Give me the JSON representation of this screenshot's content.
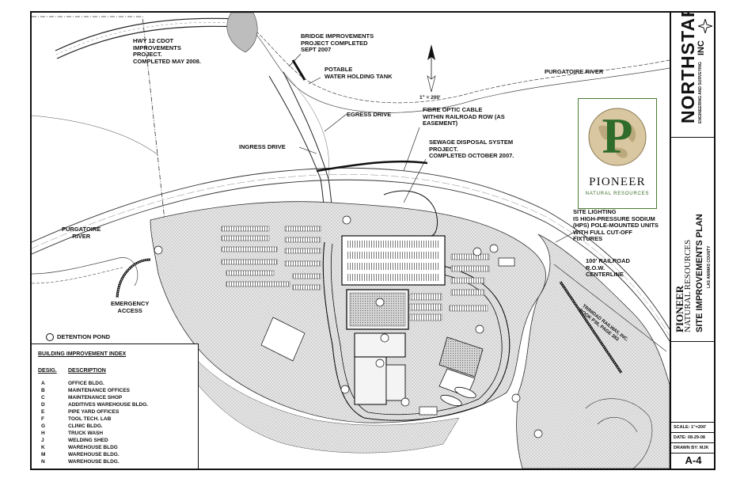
{
  "annotations": {
    "hwy12": [
      "HWY 12 CDOT",
      "IMPROVEMENTS",
      "PROJECT.",
      "COMPLETED MAY 2008."
    ],
    "bridge": [
      "BRIDGE IMPROVEMENTS",
      "PROJECT COMPLETED",
      "SEPT 2007"
    ],
    "potable": [
      "POTABLE",
      "WATER HOLDING TANK"
    ],
    "egress": "EGRESS DRIVE",
    "ingress": "INGRESS DRIVE",
    "fibre": [
      "FIBRE OPTIC CABLE",
      "WITHIN RAILROAD ROW (AS",
      "EASEMENT)"
    ],
    "sewage": [
      "SEWAGE DISPOSAL SYSTEM",
      "PROJECT.",
      "COMPLETED OCTOBER 2007."
    ],
    "purgatoire_top": "PURGATOIRE RIVER",
    "purgatoire_left": [
      "PURGATOIRE",
      "RIVER"
    ],
    "lighting": [
      "SITE LIGHTING",
      "IS HIGH-PRESSURE SODIUM",
      "(HPS) POLE-MOUNTED UNITS",
      "WITH FULL CUT-OFF",
      "FIXTURES"
    ],
    "railroad": [
      "100' RAILROAD",
      "R.O.W.",
      "CENTERLINE"
    ],
    "emergency": [
      "EMERGENCY",
      "ACCESS"
    ],
    "detention": "DETENTION POND",
    "scale_note": "1\" = 200'",
    "railway_name": [
      "Trinidad Railway, Inc.",
      "Book P36, Page 383"
    ]
  },
  "index": {
    "title": "BUILDING IMPROVEMENT INDEX",
    "col_desig": "DESIG.",
    "col_desc": "DESCRIPTION",
    "rows": [
      {
        "k": "A",
        "d": "OFFICE BLDG."
      },
      {
        "k": "B",
        "d": "MAINTENANCE OFFICES"
      },
      {
        "k": "C",
        "d": "MAINTENANCE SHOP"
      },
      {
        "k": "D",
        "d": "ADDITIVES WAREHOUSE BLDG."
      },
      {
        "k": "E",
        "d": "PIPE YARD OFFICES"
      },
      {
        "k": "F",
        "d": "TOOL TECH. LAB"
      },
      {
        "k": "G",
        "d": "CLINIC BLDG."
      },
      {
        "k": "H",
        "d": "TRUCK WASH"
      },
      {
        "k": "J",
        "d": "WELDING SHED"
      },
      {
        "k": "K",
        "d": "WAREHOUSE BLDG"
      },
      {
        "k": "M",
        "d": "WAREHOUSE BLDG."
      },
      {
        "k": "N",
        "d": "WAREHOUSE BLDG."
      }
    ]
  },
  "logo": {
    "name": "PIONEER",
    "sub": "NATURAL RESOURCES",
    "letter": "P"
  },
  "title_block": {
    "firm": "NORTHSTAR",
    "firm_sub": "ENGINEERING AND SURVEYING",
    "firm_inc": "INC",
    "client1": "PIONEER",
    "client2": "NATURAL RESOURCES",
    "sheet_title": "SITE IMPROVEMENTS PLAN",
    "county": "LAS ANIMAS COUNTY",
    "scale": "SCALE:  1\"=200'",
    "date": "DATE:  08-29-08",
    "drawn": "DRAWN BY:  MJK",
    "sheet_no": "A-4"
  },
  "colors": {
    "ink": "#111111",
    "green": "#2f6b2a",
    "tan": "#d8c7a0"
  }
}
